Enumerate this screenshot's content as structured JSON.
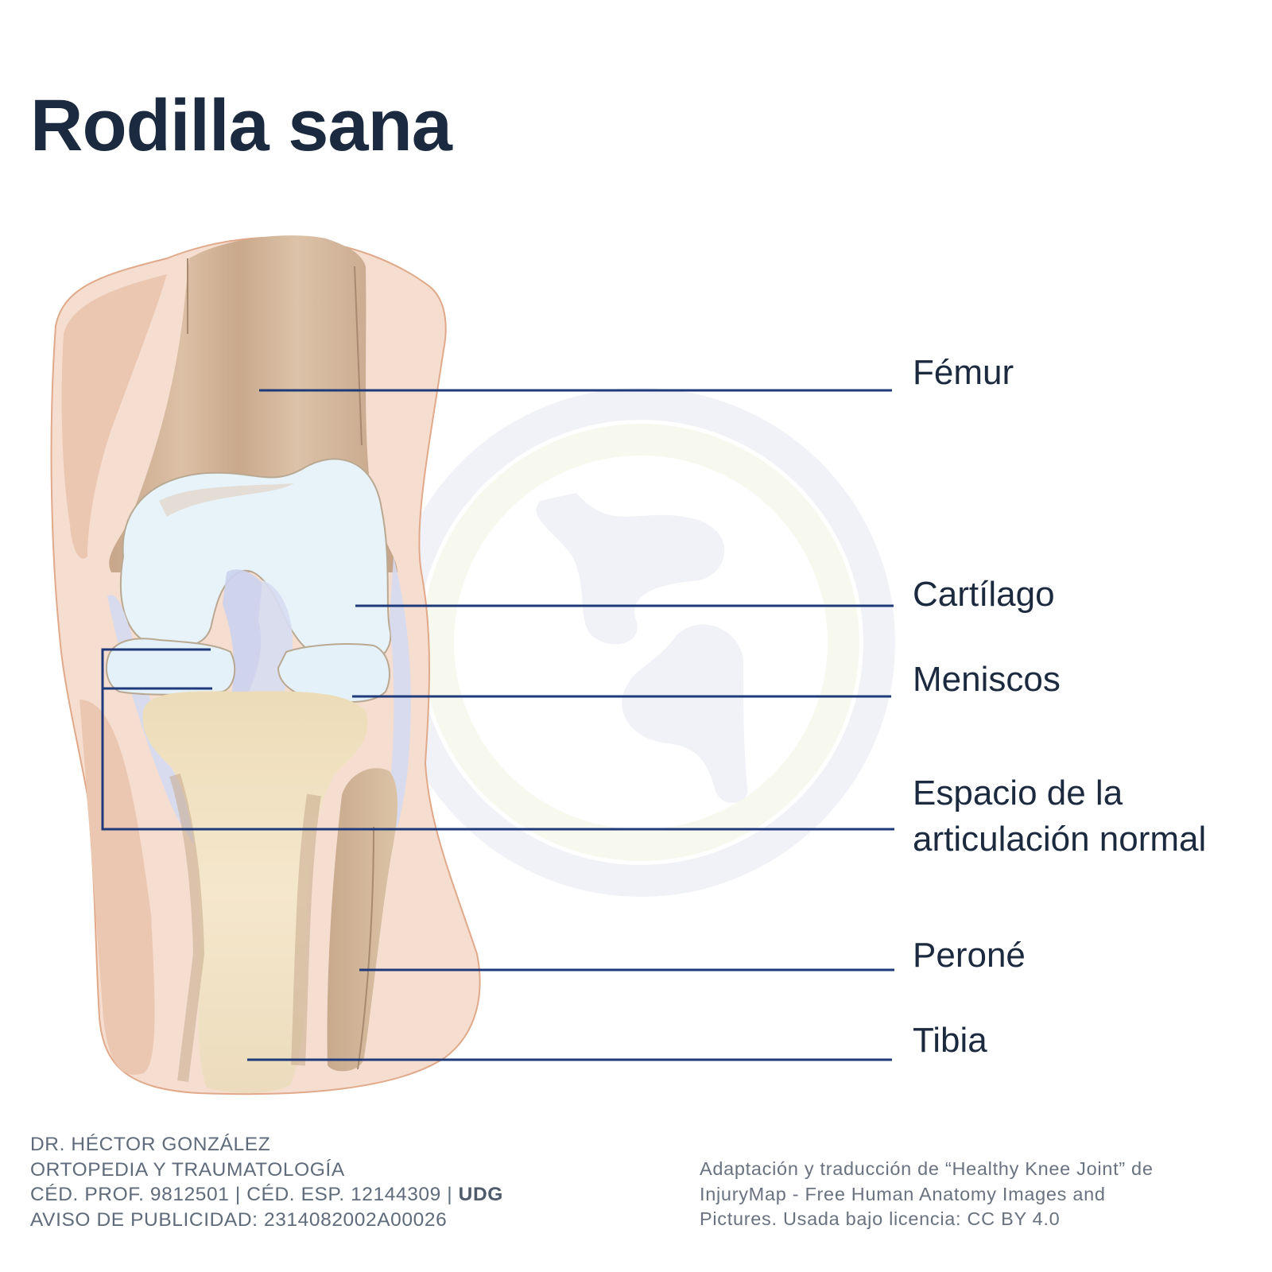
{
  "title": "Rodilla sana",
  "labels": [
    {
      "id": "femur",
      "text": "Fémur"
    },
    {
      "id": "cartilago",
      "text": "Cartílago"
    },
    {
      "id": "meniscos",
      "text": "Meniscos"
    },
    {
      "id": "espacio",
      "line1": "Espacio de la",
      "line2": "articulación normal"
    },
    {
      "id": "perone",
      "text": "Peroné"
    },
    {
      "id": "tibia",
      "text": "Tibia"
    }
  ],
  "footer_left": {
    "line1": "DR. HÉCTOR GONZÁLEZ",
    "line2": "ORTOPEDIA Y  TRAUMATOLOGÍA",
    "line3_prefix": "CÉD. PROF. 9812501 | CÉD. ESP. 12144309 | ",
    "line3_bold": "UDG",
    "line4": "AVISO DE PUBLICIDAD: 2314082002A00026"
  },
  "footer_right": {
    "line1": "Adaptación y traducción de “Healthy Knee Joint” de",
    "line2": "InjuryMap - Free Human Anatomy Images and",
    "line3": "Pictures. Usada bajo licencia:  CC BY 4.0"
  },
  "colors": {
    "title": "#1c2a3f",
    "leader_line": "#1f3a7a",
    "skin": "#f5ddd0",
    "muscle": "#ebc6b0",
    "femur": "#c9a88b",
    "tibia": "#efdfbf",
    "cartilage": "#e6f1f8",
    "ligament": "#cfd6ee",
    "watermark": "#eef0f6"
  }
}
